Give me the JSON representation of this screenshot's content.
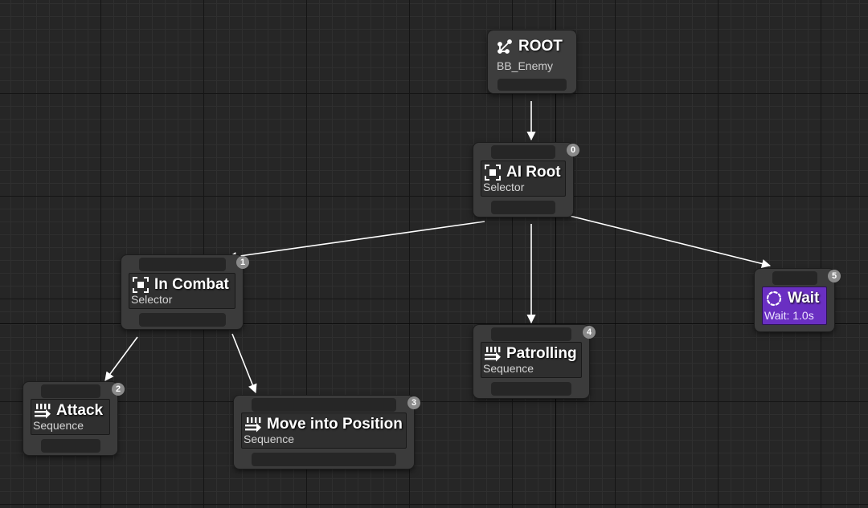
{
  "root": {
    "title": "ROOT",
    "blackboard": "BB_Enemy"
  },
  "nodes": [
    {
      "title": "AI Root",
      "type": "Selector",
      "index": "0"
    },
    {
      "title": "In Combat",
      "type": "Selector",
      "index": "1"
    },
    {
      "title": "Attack",
      "type": "Sequence",
      "index": "2"
    },
    {
      "title": "Move into Position",
      "type": "Sequence",
      "index": "3"
    },
    {
      "title": "Patrolling",
      "type": "Sequence",
      "index": "4"
    },
    {
      "title": "Wait",
      "type": "Wait: 1.0s",
      "index": "5"
    }
  ],
  "colors": {
    "background": "#262626",
    "node": "#3b3b3b",
    "task_node": "#6a2fc2",
    "wire": "#ffffff",
    "badge": "#8a8a8a"
  },
  "icons": {
    "root": "root-branch-icon",
    "selector": "selector-icon",
    "sequence": "sequence-icon",
    "wait": "wait-icon"
  }
}
